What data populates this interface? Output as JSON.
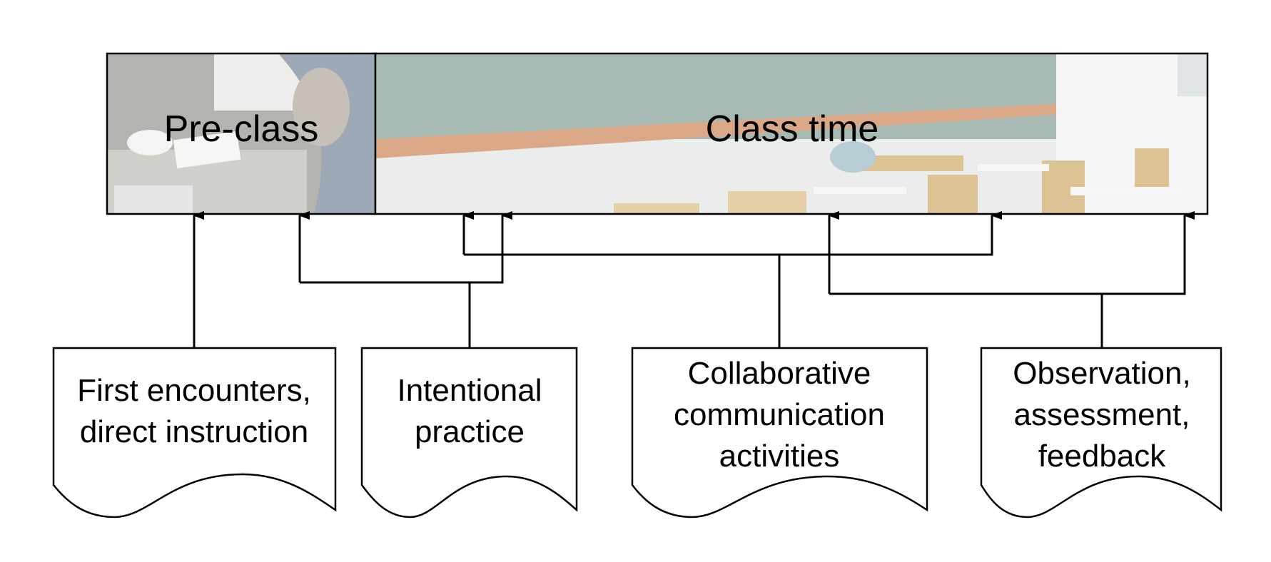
{
  "timeline": {
    "pre_class": {
      "label": "Pre-class",
      "image": "study-table-photo"
    },
    "class_time": {
      "label": "Class time",
      "image": "classroom-photo"
    }
  },
  "activities": {
    "first_encounters": {
      "lines": [
        "First encounters,",
        "direct instruction"
      ]
    },
    "intentional_practice": {
      "lines": [
        "Intentional",
        "practice"
      ]
    },
    "collaborative": {
      "lines": [
        "Collaborative",
        "communication",
        "activities"
      ]
    },
    "observation": {
      "lines": [
        "Observation,",
        "assessment,",
        "feedback"
      ]
    }
  },
  "colors": {
    "stroke": "#000000",
    "chalkboard": "#6f8f84",
    "wall": "#dfe4e2",
    "desk": "#c9a35a",
    "shelf": "#c67a48",
    "overlay": "#ffffff"
  },
  "icons": {
    "arrow": "arrow-up-icon",
    "document": "document-shape"
  }
}
